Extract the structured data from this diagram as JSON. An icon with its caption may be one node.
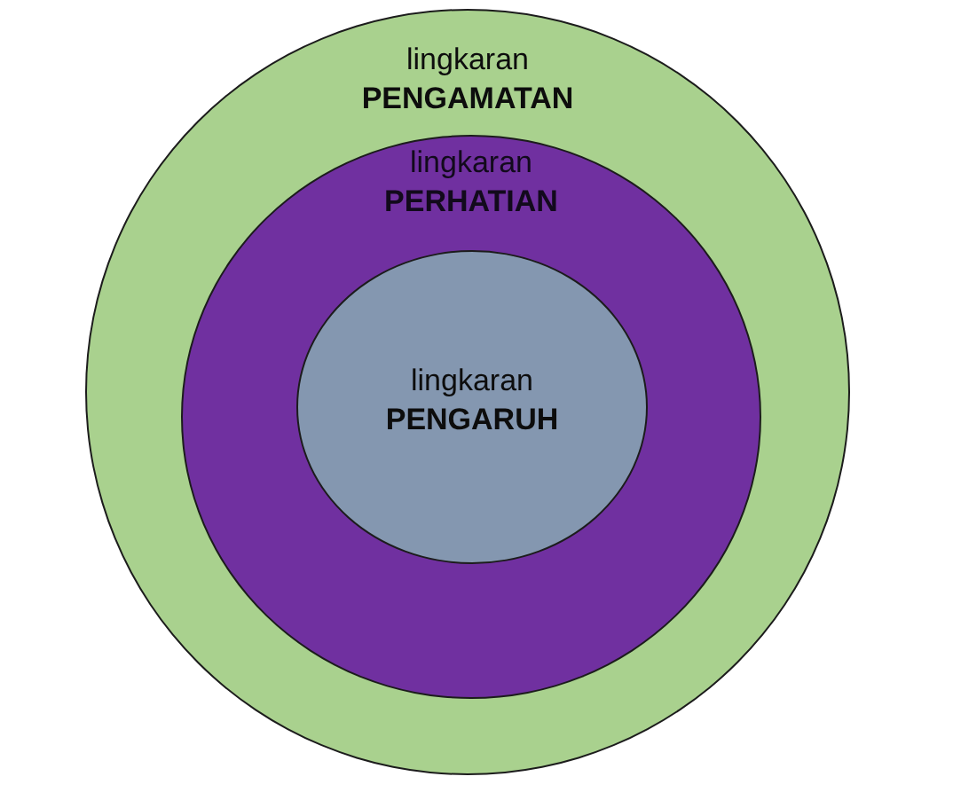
{
  "diagram": {
    "nodes": [
      {
        "text": [
          "lingkaran **PENGAMATAN**"
        ]
      },
      {
        "text": [
          "lingkaran **PERHATIAN**"
        ],
        "in": 0
      },
      {
        "text": [
          "lingkaran **PENGARUH**"
        ],
        "in": 1
      }
    ]
  }
}
